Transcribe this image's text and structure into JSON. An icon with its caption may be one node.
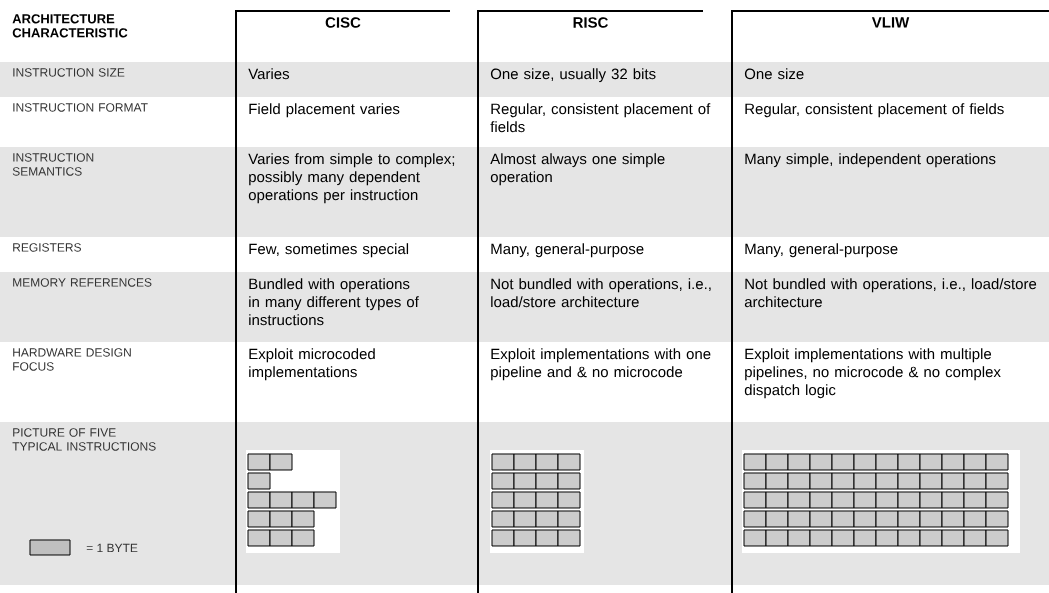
{
  "diagram": {
    "labels": [
      "ARCHITECTURE CHARACTERISTIC",
      "CISC",
      "RISC",
      "VLIW",
      "INSTRUCTION SIZE",
      "Varies",
      "One size, usually 32 bits",
      "One size",
      "INSTRUCTION FORMAT",
      "Field placement varies",
      "Regular, consistent placement of fields",
      "Regular, consistent placement of fields",
      "INSTRUCTION SEMANTICS",
      "Varies from simple to complex; possibly many dependent operations per instruction",
      "Almost always one simple operation",
      "Many simple, independent operations",
      "REGISTERS",
      "Few, sometimes special",
      "Many, general-purpose",
      "Many, general-purpose",
      "MEMORY REFERENCES",
      "Bundled with operations in many different types of instructions",
      "Not bundled with operations, i.e., load/store architecture",
      "Not bundled with operations, i.e., load/store architecture",
      "HARDWARE DESIGN FOCUS",
      "Exploit microcoded implementations",
      "Exploit implementations with one pipeline and & no microcode",
      "Exploit implementations with multiple pipelines, no microcode & no complex dispatch logic",
      "PICTURE OF FIVE TYPICAL INSTRUCTIONS"
    ],
    "legend": [
      {
        "text": "= 1 BYTE"
      }
    ]
  }
}
